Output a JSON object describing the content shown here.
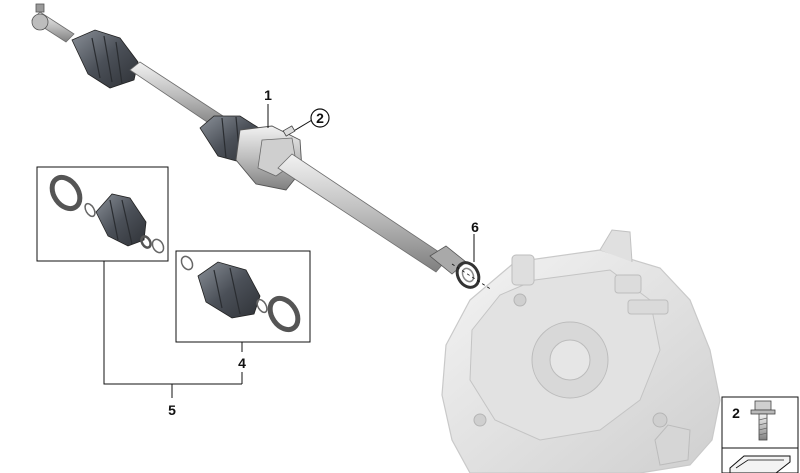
{
  "callouts": {
    "c1": "1",
    "c2": "2",
    "c4": "4",
    "c5": "5",
    "c6": "6",
    "c2_inset": "2"
  },
  "icons": {
    "assembly": "transmission-housing-icon",
    "shaft": "drive-shaft-icon",
    "joint": "cv-joint-icon",
    "boot": "rubber-boot-icon",
    "clamp": "hose-clamp-icon",
    "ring": "circlip-icon",
    "seal": "shaft-seal-icon",
    "bolt": "hex-bolt-icon"
  },
  "colors": {
    "line": "#111111",
    "metal_light": "#d9d9d9",
    "metal_mid": "#b3b3b3",
    "metal_dark": "#7d7d7d",
    "rubber": "#4a4f57",
    "gearbox": "#e9e9e9"
  }
}
